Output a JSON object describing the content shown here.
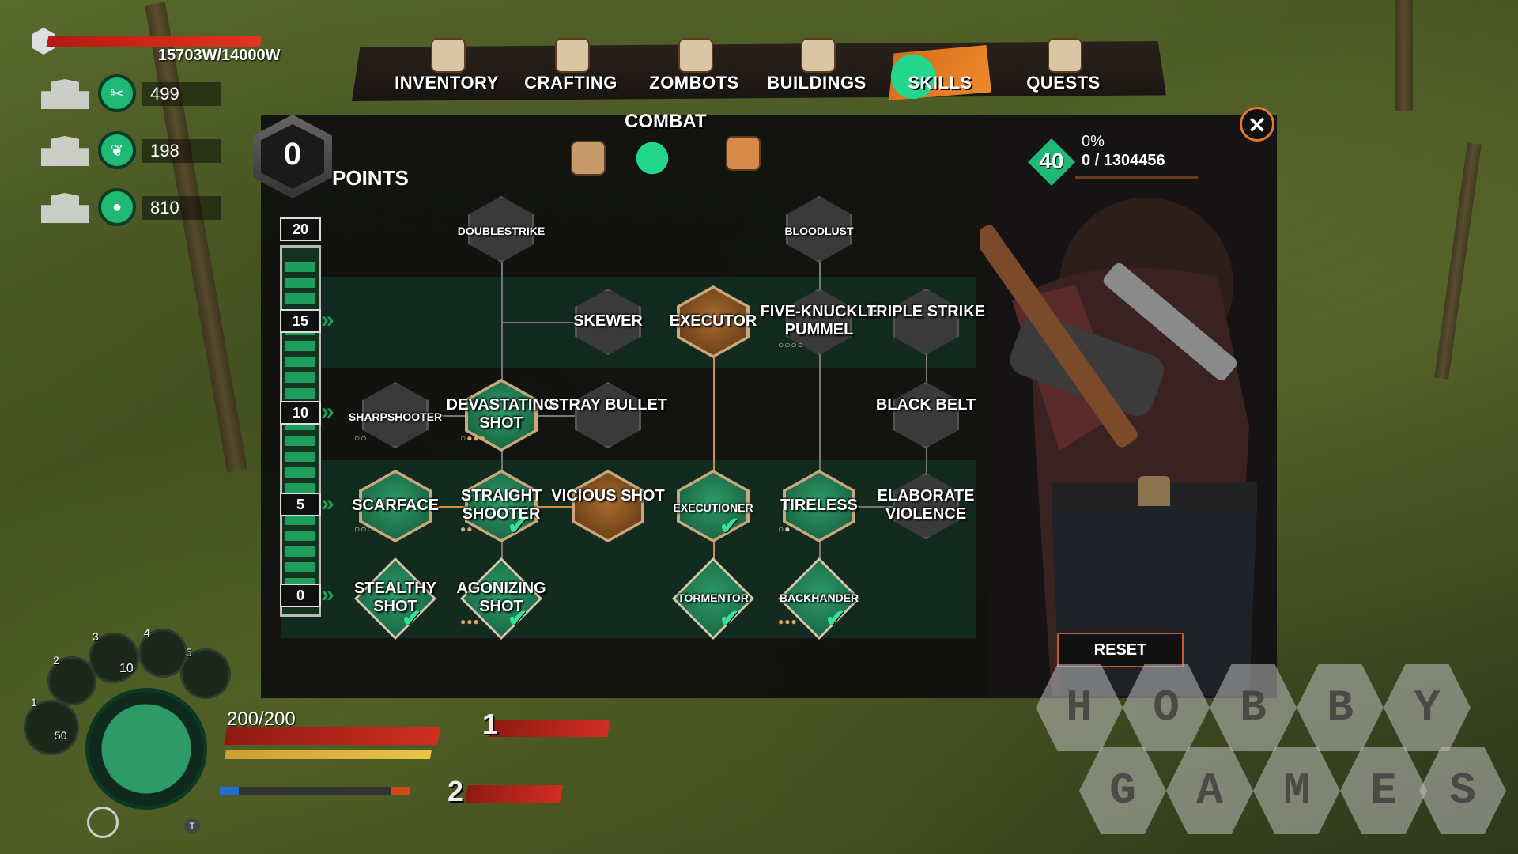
{
  "hud": {
    "weight": "15703W/14000W",
    "resources": [
      {
        "icon": "scrap-icon",
        "value": "499"
      },
      {
        "icon": "food-icon",
        "value": "198"
      },
      {
        "icon": "seed-icon",
        "value": "810"
      }
    ],
    "health_text": "200/200",
    "ammo_count": "10",
    "grenade_count": "50",
    "hotbar_numbers": [
      "1",
      "2",
      "3",
      "4",
      "5"
    ],
    "ability_keys": [
      "1",
      "2"
    ],
    "flashlight_key": "T"
  },
  "tabs": [
    {
      "label": "INVENTORY",
      "icon": "backpack-icon",
      "active": false
    },
    {
      "label": "CRAFTING",
      "icon": "hammer-icon",
      "active": false
    },
    {
      "label": "ZOMBOTS",
      "icon": "robot-icon",
      "active": false
    },
    {
      "label": "BUILDINGS",
      "icon": "building-icon",
      "active": false
    },
    {
      "label": "SKILLS",
      "icon": "skills-icon",
      "active": true
    },
    {
      "label": "QUESTS",
      "icon": "book-icon",
      "active": false
    }
  ],
  "skills_panel": {
    "points_value": "0",
    "points_label": "POINTS",
    "category_title": "COMBAT",
    "category_icons": [
      "backpack-icon",
      "machete-icon",
      "knife-icon"
    ],
    "level_tags": [
      "20",
      "15",
      "10",
      "5",
      "0"
    ],
    "player_level": "40",
    "xp_percent": "0%",
    "xp_progress": "0 / 1304456",
    "reset_label": "RESET",
    "close_label": "✕"
  },
  "skills": {
    "doublestrike": "DOUBLESTRIKE",
    "bloodlust": "BLOODLUST",
    "skewer": "SKEWER",
    "executor": "EXECUTOR",
    "five_knuckle": "FIVE-KNUCKLE PUMMEL",
    "triple_strike": "TRIPLE STRIKE",
    "sharpshooter": "SHARPSHOOTER",
    "devastating_shot": "DEVASTATING SHOT",
    "stray_bullet": "STRAY BULLET",
    "black_belt": "BLACK BELT",
    "scarface": "SCARFACE",
    "straight_shooter": "STRAIGHT SHOOTER",
    "vicious_shot": "VICIOUS SHOT",
    "executioner": "EXECUTIONER",
    "tireless": "TIRELESS",
    "elaborate_violence": "ELABORATE VIOLENCE",
    "stealthy_shot": "STEALTHY SHOT",
    "agonizing_shot": "AGONIZING SHOT",
    "tormentor": "TORMENTOR",
    "backhander": "BACKHANDER"
  },
  "watermark": {
    "row1": [
      "H",
      "O",
      "B",
      "B",
      "Y"
    ],
    "row2": [
      "G",
      "A",
      "M",
      "E",
      "S"
    ]
  }
}
